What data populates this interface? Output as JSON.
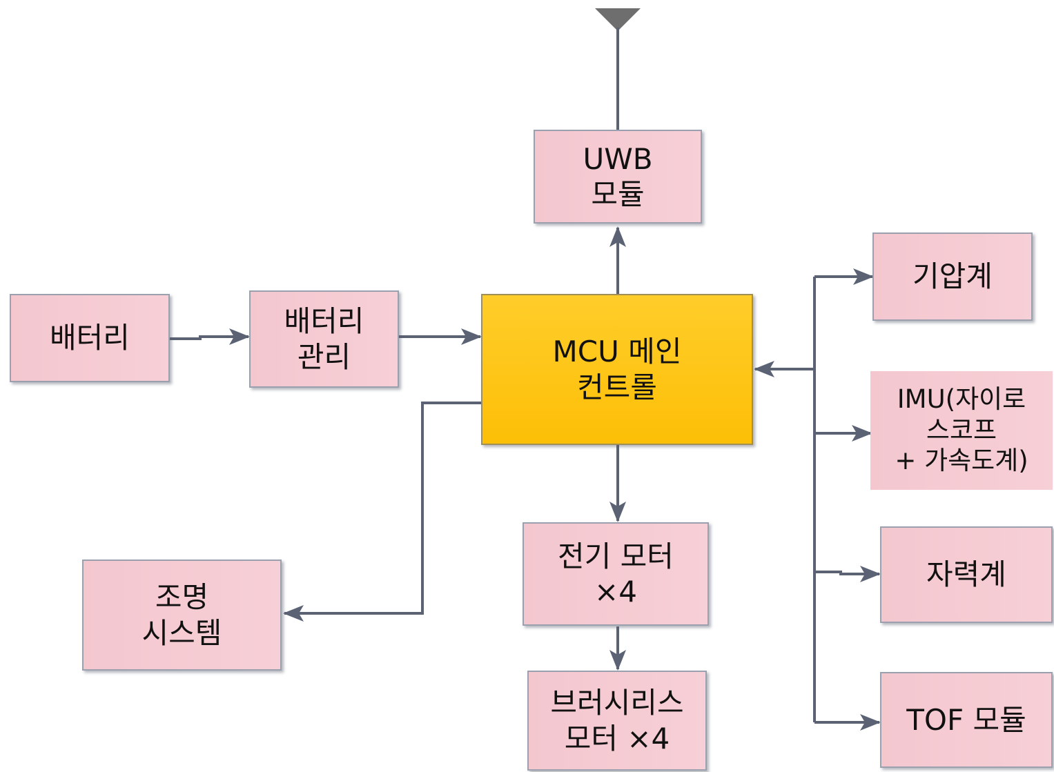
{
  "diagram": {
    "nodes": {
      "battery": "배터리",
      "battery_mgmt": "배터리\n관리",
      "mcu": "MCU 메인\n컨트롤",
      "uwb": "UWB\n모듈",
      "barometer": "기압계",
      "imu": "IMU(자이로\n스코프\n+ 가속도계)",
      "magnetometer": "자력계",
      "tof": "TOF 모듈",
      "motor": "전기 모터\n×4",
      "brushless": "브러시리스\n모터 ×4",
      "lighting": "조명\n시스템"
    },
    "colors": {
      "box_fill": "#f5cbd2",
      "mcu_fill": "#fdc20e",
      "line": "#5a6274"
    }
  }
}
